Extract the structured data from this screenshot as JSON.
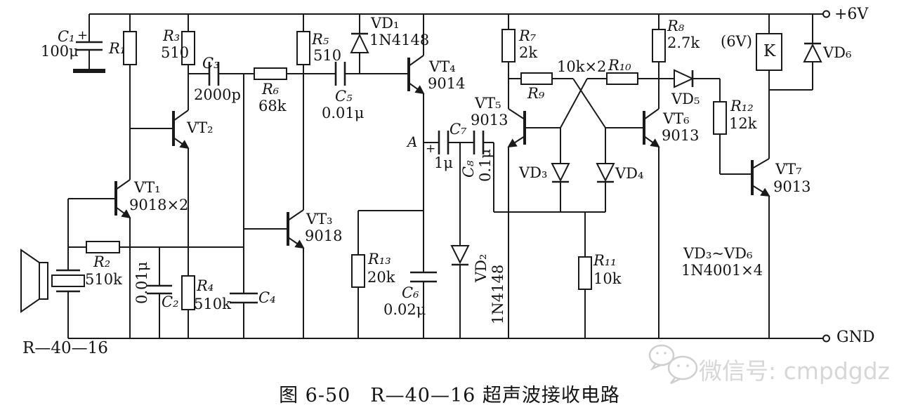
{
  "figure": {
    "caption": "图 6-50　R—40—16 超声波接收电路"
  },
  "power_rails": {
    "positive": "+6V",
    "ground": "GND"
  },
  "transducer": {
    "model": "R—40—16"
  },
  "nodes": {
    "a": "A"
  },
  "components": {
    "c1": {
      "ref": "C₁",
      "value": "100μ",
      "polarity": "+"
    },
    "c2": {
      "ref": "C₂",
      "value": "0.01μ"
    },
    "c3": {
      "ref": "C₃",
      "value": "2000p"
    },
    "c4": {
      "ref": "C₄"
    },
    "c5": {
      "ref": "C₅",
      "value": "0.01μ"
    },
    "c6": {
      "ref": "C₆",
      "value": "0.02μ"
    },
    "c7": {
      "ref": "C₇",
      "value": "1μ",
      "polarity": "+"
    },
    "c8": {
      "ref": "C₈",
      "value": "0.1μ"
    },
    "r1": {
      "ref": "R₁"
    },
    "r2": {
      "ref": "R₂",
      "value": "510k"
    },
    "r3": {
      "ref": "R₃",
      "value": "510"
    },
    "r4": {
      "ref": "R₄",
      "value": "510k"
    },
    "r5": {
      "ref": "R₅",
      "value": "510"
    },
    "r6": {
      "ref": "R₆",
      "value": "68k"
    },
    "r7": {
      "ref": "R₇",
      "value": "2k"
    },
    "r8": {
      "ref": "R₈",
      "value": "2.7k"
    },
    "r9": {
      "ref": "R₉"
    },
    "r10": {
      "ref": "R₁₀"
    },
    "r9_r10_value": "10k×2",
    "r11": {
      "ref": "R₁₁",
      "value": "10k"
    },
    "r12": {
      "ref": "R₁₂",
      "value": "12k"
    },
    "r13": {
      "ref": "R₁₃",
      "value": "20k"
    },
    "vd1": {
      "ref": "VD₁",
      "value": "1N4148"
    },
    "vd2": {
      "ref": "VD₂",
      "value": "1N4148"
    },
    "vd3": {
      "ref": "VD₃"
    },
    "vd4": {
      "ref": "VD₄"
    },
    "vd5": {
      "ref": "VD₅"
    },
    "vd6": {
      "ref": "VD₆"
    },
    "vt1": {
      "ref": "VT₁",
      "value": "9018×2"
    },
    "vt2": {
      "ref": "VT₂"
    },
    "vt3": {
      "ref": "VT₃",
      "value": "9018"
    },
    "vt4": {
      "ref": "VT₄",
      "value": "9014"
    },
    "vt5": {
      "ref": "VT₅",
      "value": "9013"
    },
    "vt6": {
      "ref": "VT₆",
      "value": "9013"
    },
    "vt7": {
      "ref": "VT₇",
      "value": "9013"
    },
    "relay": {
      "ref": "K",
      "rating": "(6V)"
    }
  },
  "annotations": {
    "diode_note_line1": "VD₃~VD₆",
    "diode_note_line2": "1N4001×4"
  },
  "watermark": {
    "text": "微信号: cmpdgdz"
  }
}
